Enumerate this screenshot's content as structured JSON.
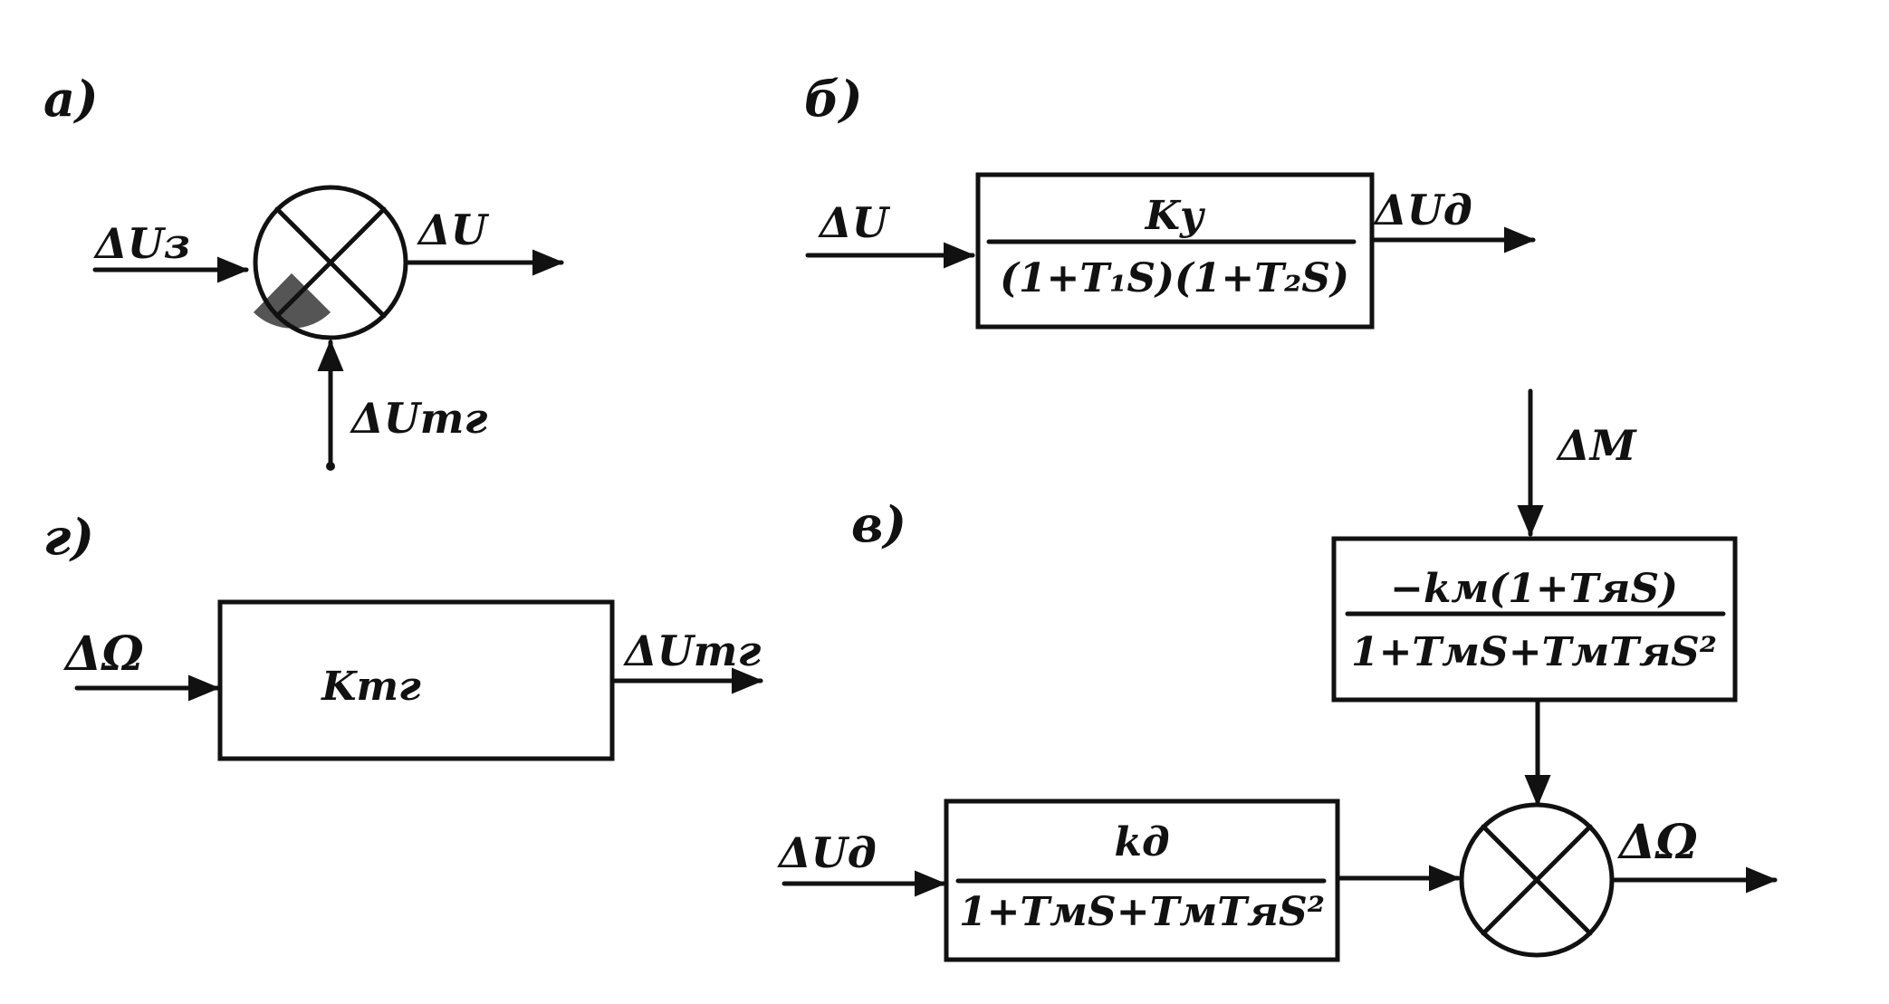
{
  "panels": {
    "a": {
      "tag": "a)",
      "input": "ΔUз",
      "output": "ΔU",
      "feedback": "ΔUтг"
    },
    "b": {
      "tag": "б)",
      "input": "ΔU",
      "output": "ΔUд",
      "numerator": "Kу",
      "denominator": "(1+T₁S)(1+T₂S)"
    },
    "v": {
      "tag": "в)",
      "disturbance": "ΔM",
      "disturbance_numerator": "−kм(1+TяS)",
      "disturbance_denominator": "1+TмS+TмTяS²",
      "input": "ΔUд",
      "main_numerator": "kд",
      "main_denominator": "1+TмS+TмTяS²",
      "output": "ΔΩ"
    },
    "g": {
      "tag": "г)",
      "input": "ΔΩ",
      "gain": "Kтг",
      "output": "ΔUтг"
    }
  }
}
